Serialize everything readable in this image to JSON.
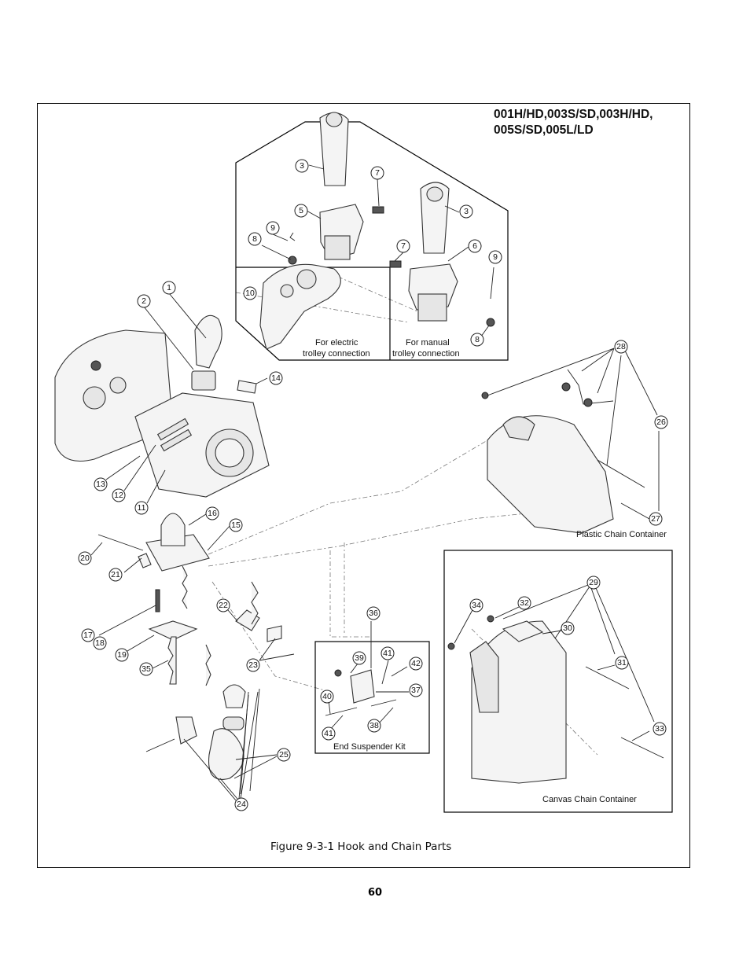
{
  "page": {
    "model_title_lines": [
      "001H/HD,003S/SD,003H/HD,",
      "005S/SD,005L/LD"
    ],
    "figure_caption": "Figure 9-3-1 Hook and Chain Parts",
    "page_number": "60"
  },
  "inset_labels": {
    "electric_1": "For electric",
    "electric_2": "trolley connection",
    "manual_1": "For manual",
    "manual_2": "trolley connection",
    "end_suspender_kit": "End Suspender Kit",
    "plastic_container": "Plastic Chain Container",
    "canvas_container": "Canvas Chain Container"
  },
  "callouts": {
    "c1": "1",
    "c2": "2",
    "c3a": "3",
    "c3b": "3",
    "c5": "5",
    "c6": "6",
    "c7a": "7",
    "c7b": "7",
    "c8a": "8",
    "c8b": "8",
    "c9a": "9",
    "c9b": "9",
    "c10": "10",
    "c11": "11",
    "c12": "12",
    "c13": "13",
    "c14": "14",
    "c15": "15",
    "c16": "16",
    "c17": "17",
    "c18": "18",
    "c19": "19",
    "c20": "20",
    "c21": "21",
    "c22": "22",
    "c23": "23",
    "c24": "24",
    "c25": "25",
    "c26": "26",
    "c27": "27",
    "c28": "28",
    "c29": "29",
    "c30": "30",
    "c31": "31",
    "c32": "32",
    "c33": "33",
    "c34": "34",
    "c35": "35",
    "c36": "36",
    "c37": "37",
    "c38": "38",
    "c39": "39",
    "c40": "40",
    "c41a": "41",
    "c41b": "41",
    "c42": "42"
  }
}
